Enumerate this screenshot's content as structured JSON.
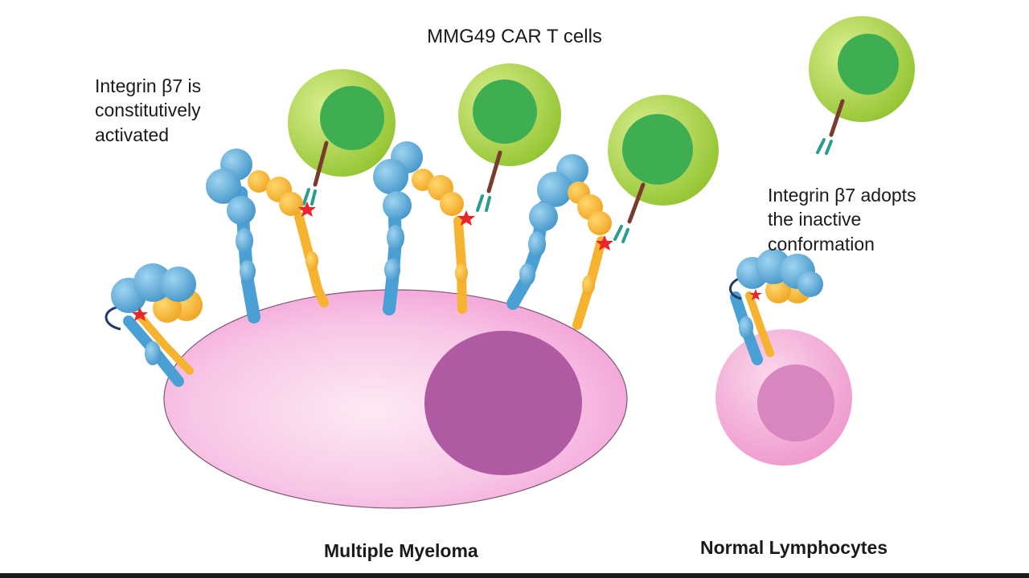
{
  "figure": {
    "title": "MMG49 CAR T cells",
    "note_left": "Integrin β7 is\nconstitutively\nactivated",
    "note_right": "Integrin β7 adopts\nthe inactive\nconformation",
    "caption_left": "Multiple Myeloma",
    "caption_right": "Normal Lymphocytes"
  },
  "colors": {
    "myeloma_cell": "#f6b8e0",
    "myeloma_nucleus": "#b35aa6",
    "lymphocyte_cell": "#f2a7d2",
    "lymphocyte_nucleus": "#d888c0",
    "car_t_outer": "#9fce3c",
    "car_t_nucleus": "#3fae52",
    "alpha_subunit": "#55a9d8",
    "beta_subunit": "#f5b330",
    "epitope_star": "#e8262b",
    "car_receptor": "#2a9d8f",
    "car_stalk": "#7a3b2e"
  }
}
